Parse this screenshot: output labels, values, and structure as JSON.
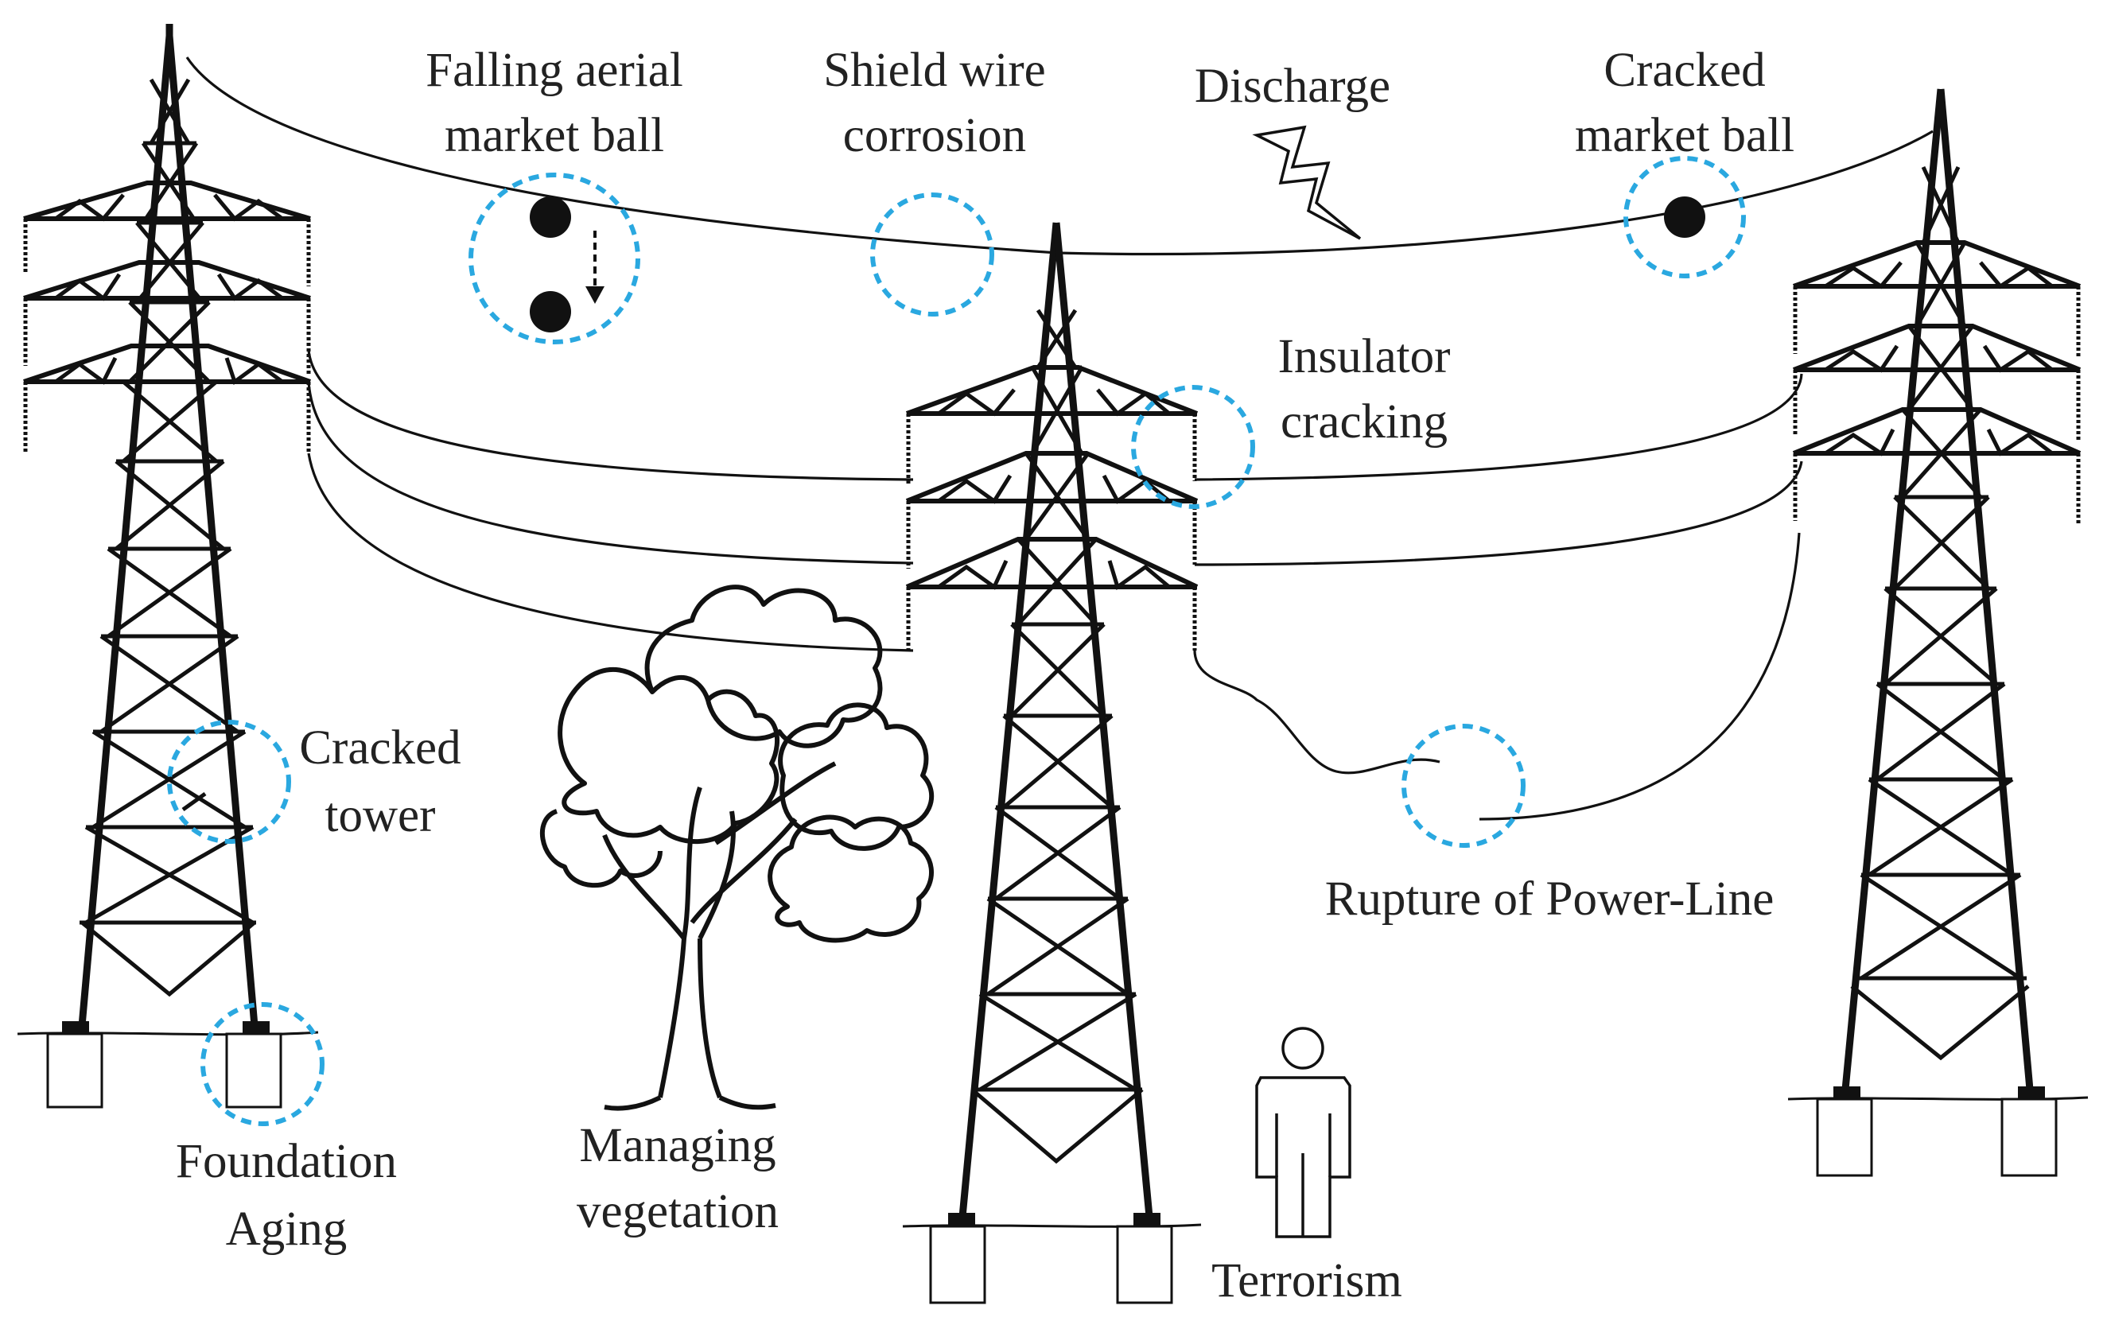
{
  "figure": {
    "hazards": [
      {
        "id": "falling-ball",
        "lines": [
          "Falling aerial",
          "market ball"
        ]
      },
      {
        "id": "shield-corrosion",
        "lines": [
          "Shield wire",
          "corrosion"
        ]
      },
      {
        "id": "discharge",
        "lines": [
          "Discharge"
        ]
      },
      {
        "id": "cracked-ball",
        "lines": [
          "Cracked",
          "market ball"
        ]
      },
      {
        "id": "insulator-cracking",
        "lines": [
          "Insulator",
          "cracking"
        ]
      },
      {
        "id": "cracked-tower",
        "lines": [
          "Cracked",
          "tower"
        ]
      },
      {
        "id": "rupture",
        "lines": [
          "Rupture of Power-Line"
        ]
      },
      {
        "id": "foundation-aging",
        "lines": [
          "Foundation",
          "Aging"
        ]
      },
      {
        "id": "vegetation",
        "lines": [
          "Managing",
          "vegetation"
        ]
      },
      {
        "id": "terrorism",
        "lines": [
          "Terrorism"
        ]
      }
    ],
    "highlight_color": "#2aa8e0",
    "line_color": "#111111",
    "icons": [
      "transmission-tower-icon",
      "tree-icon",
      "person-icon",
      "lightning-icon",
      "market-ball-icon"
    ]
  }
}
